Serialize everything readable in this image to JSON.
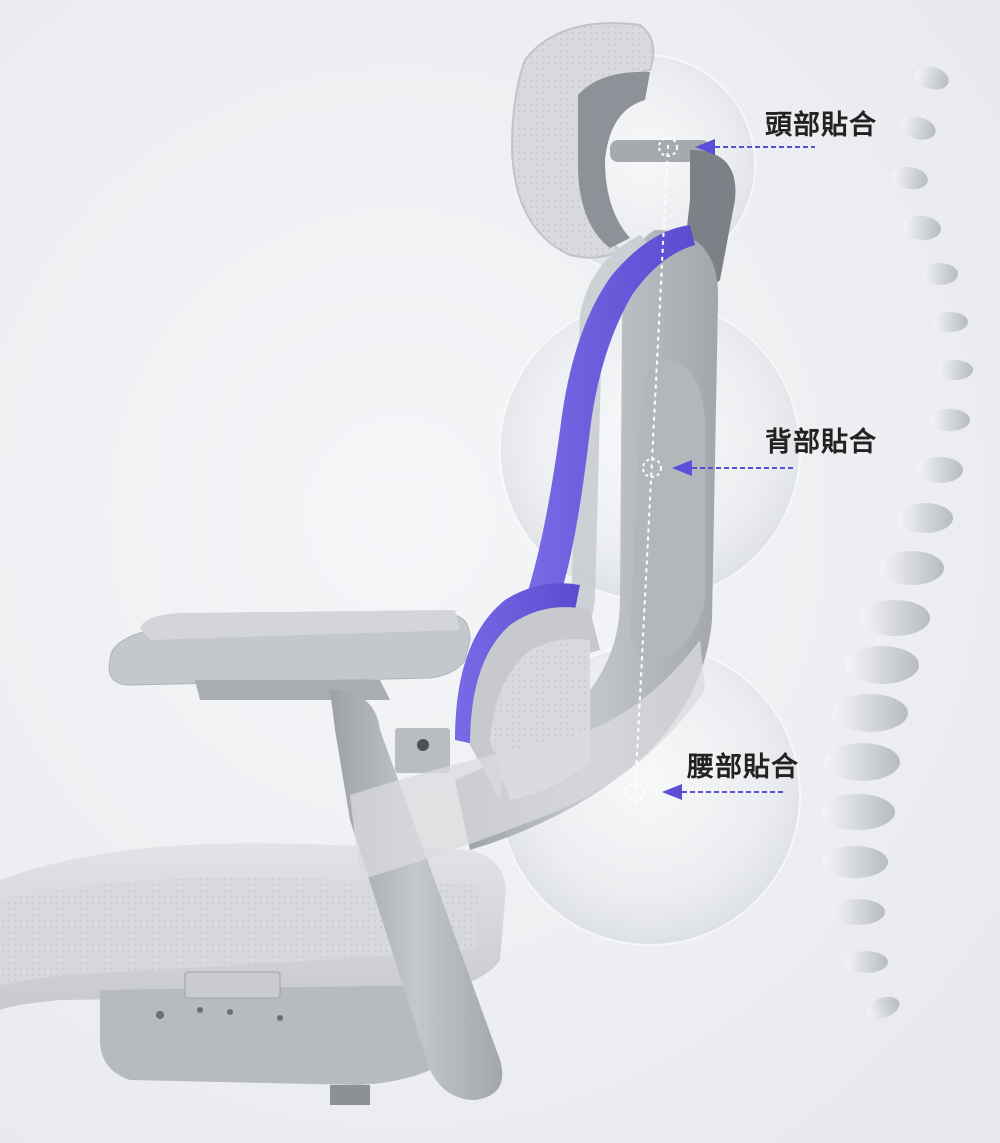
{
  "labels": {
    "head": "頭部貼合",
    "back": "背部貼合",
    "waist": "腰部貼合"
  },
  "colors": {
    "accent": "#6b5ce0",
    "arrow": "#5a4fd6",
    "chair_frame": "#a9acb2",
    "chair_fabric": "#d4d6da",
    "background": "#eff0f3"
  },
  "icons": [
    "arrow-left-icon",
    "spine-illustration",
    "chair-illustration"
  ]
}
